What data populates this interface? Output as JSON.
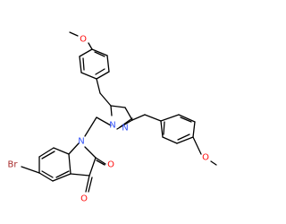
{
  "molecule": {
    "colors": {
      "bond": "#000000",
      "O": "#ff0d0d",
      "N": "#3050f8",
      "Br": "#a62929"
    },
    "labels": {
      "o_methoxy_top": "O",
      "o_methoxy_right": "O",
      "n_pyrazoline_1": "N",
      "n_pyrazoline_2": "N",
      "n_indole": "N",
      "br": "Br",
      "o_keto_2": "O",
      "o_keto_3": "O"
    }
  }
}
